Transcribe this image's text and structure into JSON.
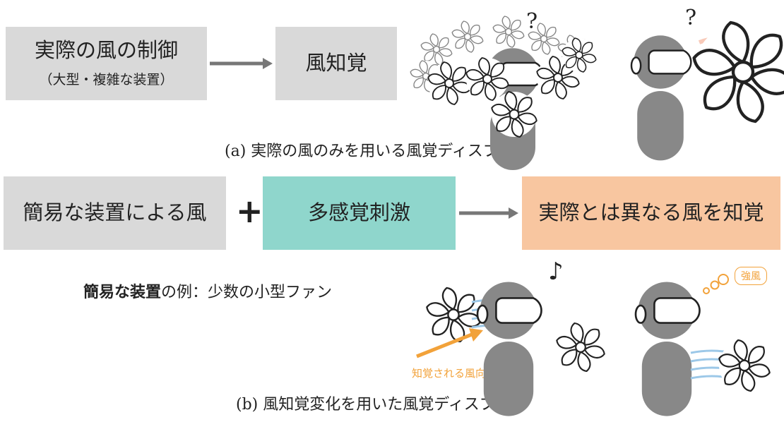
{
  "section_a": {
    "box1_title": "実際の風の制御",
    "box1_sub": "（大型・複雑な装置）",
    "box2": "風知覚",
    "caption": "(a) 実際の風のみを用いる風覚ディスプレイ"
  },
  "section_b": {
    "box1": "簡易な装置による風",
    "plus": "+",
    "box2": "多感覚刺激",
    "box3": "実際とは異なる風を知覚",
    "example_bold": "簡易な装置",
    "example_rest": "の例：少数の小型ファン",
    "wind_direction_label": "知覚される風向",
    "music_note": "♪",
    "strong_wind_bubble": "強風",
    "caption": "(b) 風知覚変化を用いた風覚ディスプレイ"
  },
  "colors": {
    "box_gray": "#d9d9d9",
    "box_teal": "#8fd6cc",
    "box_peach": "#f8c6a0",
    "accent_orange": "#f2a23a",
    "wind_blue": "#9cc8e8"
  },
  "icons": [
    "fan-icon",
    "vr-user-icon",
    "question-mark-icon",
    "music-note-icon",
    "thought-bubble-icon",
    "arrow-icon"
  ]
}
